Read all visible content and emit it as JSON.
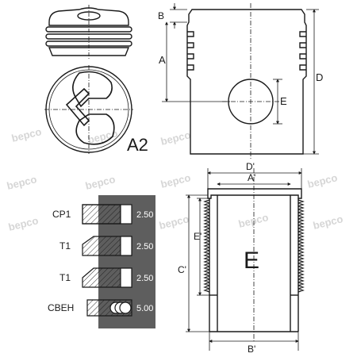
{
  "labels": {
    "A2": "A2",
    "A": "A",
    "B": "B",
    "D": "D",
    "E": "E",
    "D_prime": "D'",
    "A_prime": "A'",
    "E_prime": "E'",
    "C_prime": "C'",
    "B_prime": "B'",
    "E_big": "E"
  },
  "rings": [
    {
      "name": "CP1",
      "size": "2.50"
    },
    {
      "name": "T1",
      "size": "2.50"
    },
    {
      "name": "T1",
      "size": "2.50"
    },
    {
      "name": "CBEH",
      "size": "5.00"
    }
  ],
  "watermark": "bepco",
  "colors": {
    "line": "#1a1a1a",
    "panel": "#5e5e5e",
    "panel_text": "#ffffff",
    "watermark": "#d6d6d6"
  }
}
